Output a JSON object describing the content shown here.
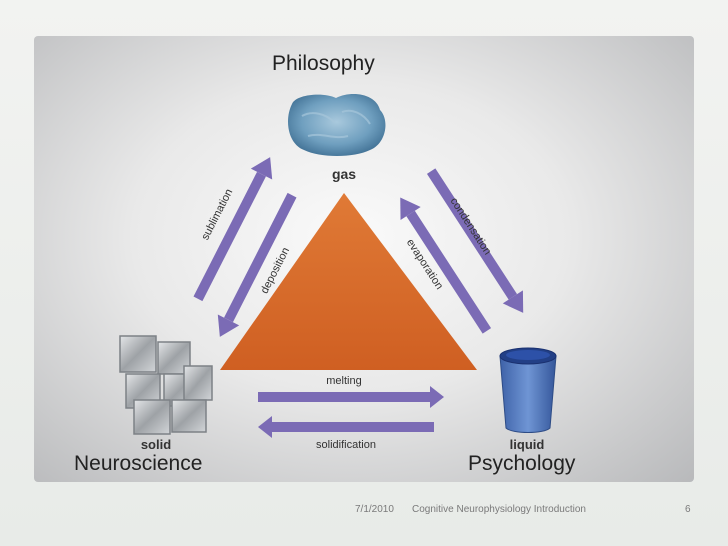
{
  "slide": {
    "top_label": "Philosophy",
    "left_label": "Neuroscience",
    "right_label": "Psychology",
    "footer": {
      "date": "7/1/2010",
      "title": "Cognitive Neurophysiology Introduction",
      "page": "6"
    }
  },
  "diagram": {
    "states": {
      "gas": "gas",
      "solid": "solid",
      "liquid": "liquid"
    },
    "transitions": {
      "sublimation": "sublimation",
      "deposition": "deposition",
      "condensation": "condensation",
      "evaporation": "evaporation",
      "melting": "melting",
      "solidification": "solidification"
    },
    "icons": {
      "gas": "cloud-icon",
      "solid": "ice-cubes-icon",
      "liquid": "water-beaker-icon"
    },
    "colors": {
      "triangle": "#d9692a",
      "arrows": "#7b6bb5",
      "cloud": "#6f9fbf",
      "beaker": "#5a7fc0"
    }
  }
}
